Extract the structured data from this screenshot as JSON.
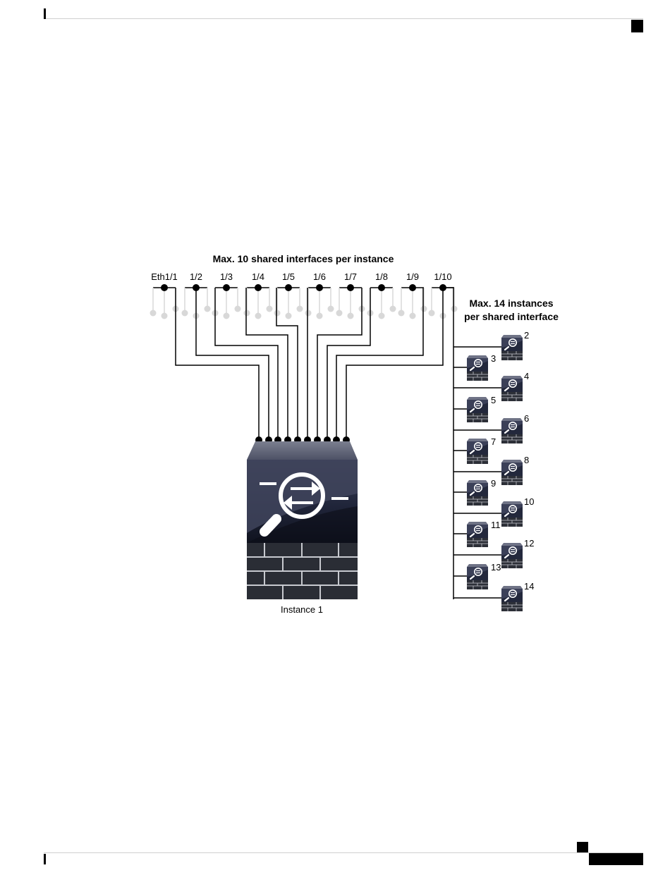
{
  "diagram": {
    "title": "Max. 10 shared interfaces per instance",
    "interfaces": [
      "Eth1/1",
      "1/2",
      "1/3",
      "1/4",
      "1/5",
      "1/6",
      "1/7",
      "1/8",
      "1/9",
      "1/10"
    ],
    "side_label_line1": "Max. 14 instances",
    "side_label_line2": "per shared interface",
    "main_instance_label": "Instance 1",
    "instance_numbers": [
      "2",
      "3",
      "4",
      "5",
      "6",
      "7",
      "8",
      "9",
      "10",
      "11",
      "12",
      "13",
      "14"
    ],
    "colors": {
      "line": "#000000",
      "inactive_port": "#d8d8d8",
      "device_dark": "#1f2438",
      "device_mid": "#3a3f55",
      "brick": "#2b2e36",
      "brick_line": "#c7c9cf"
    }
  }
}
